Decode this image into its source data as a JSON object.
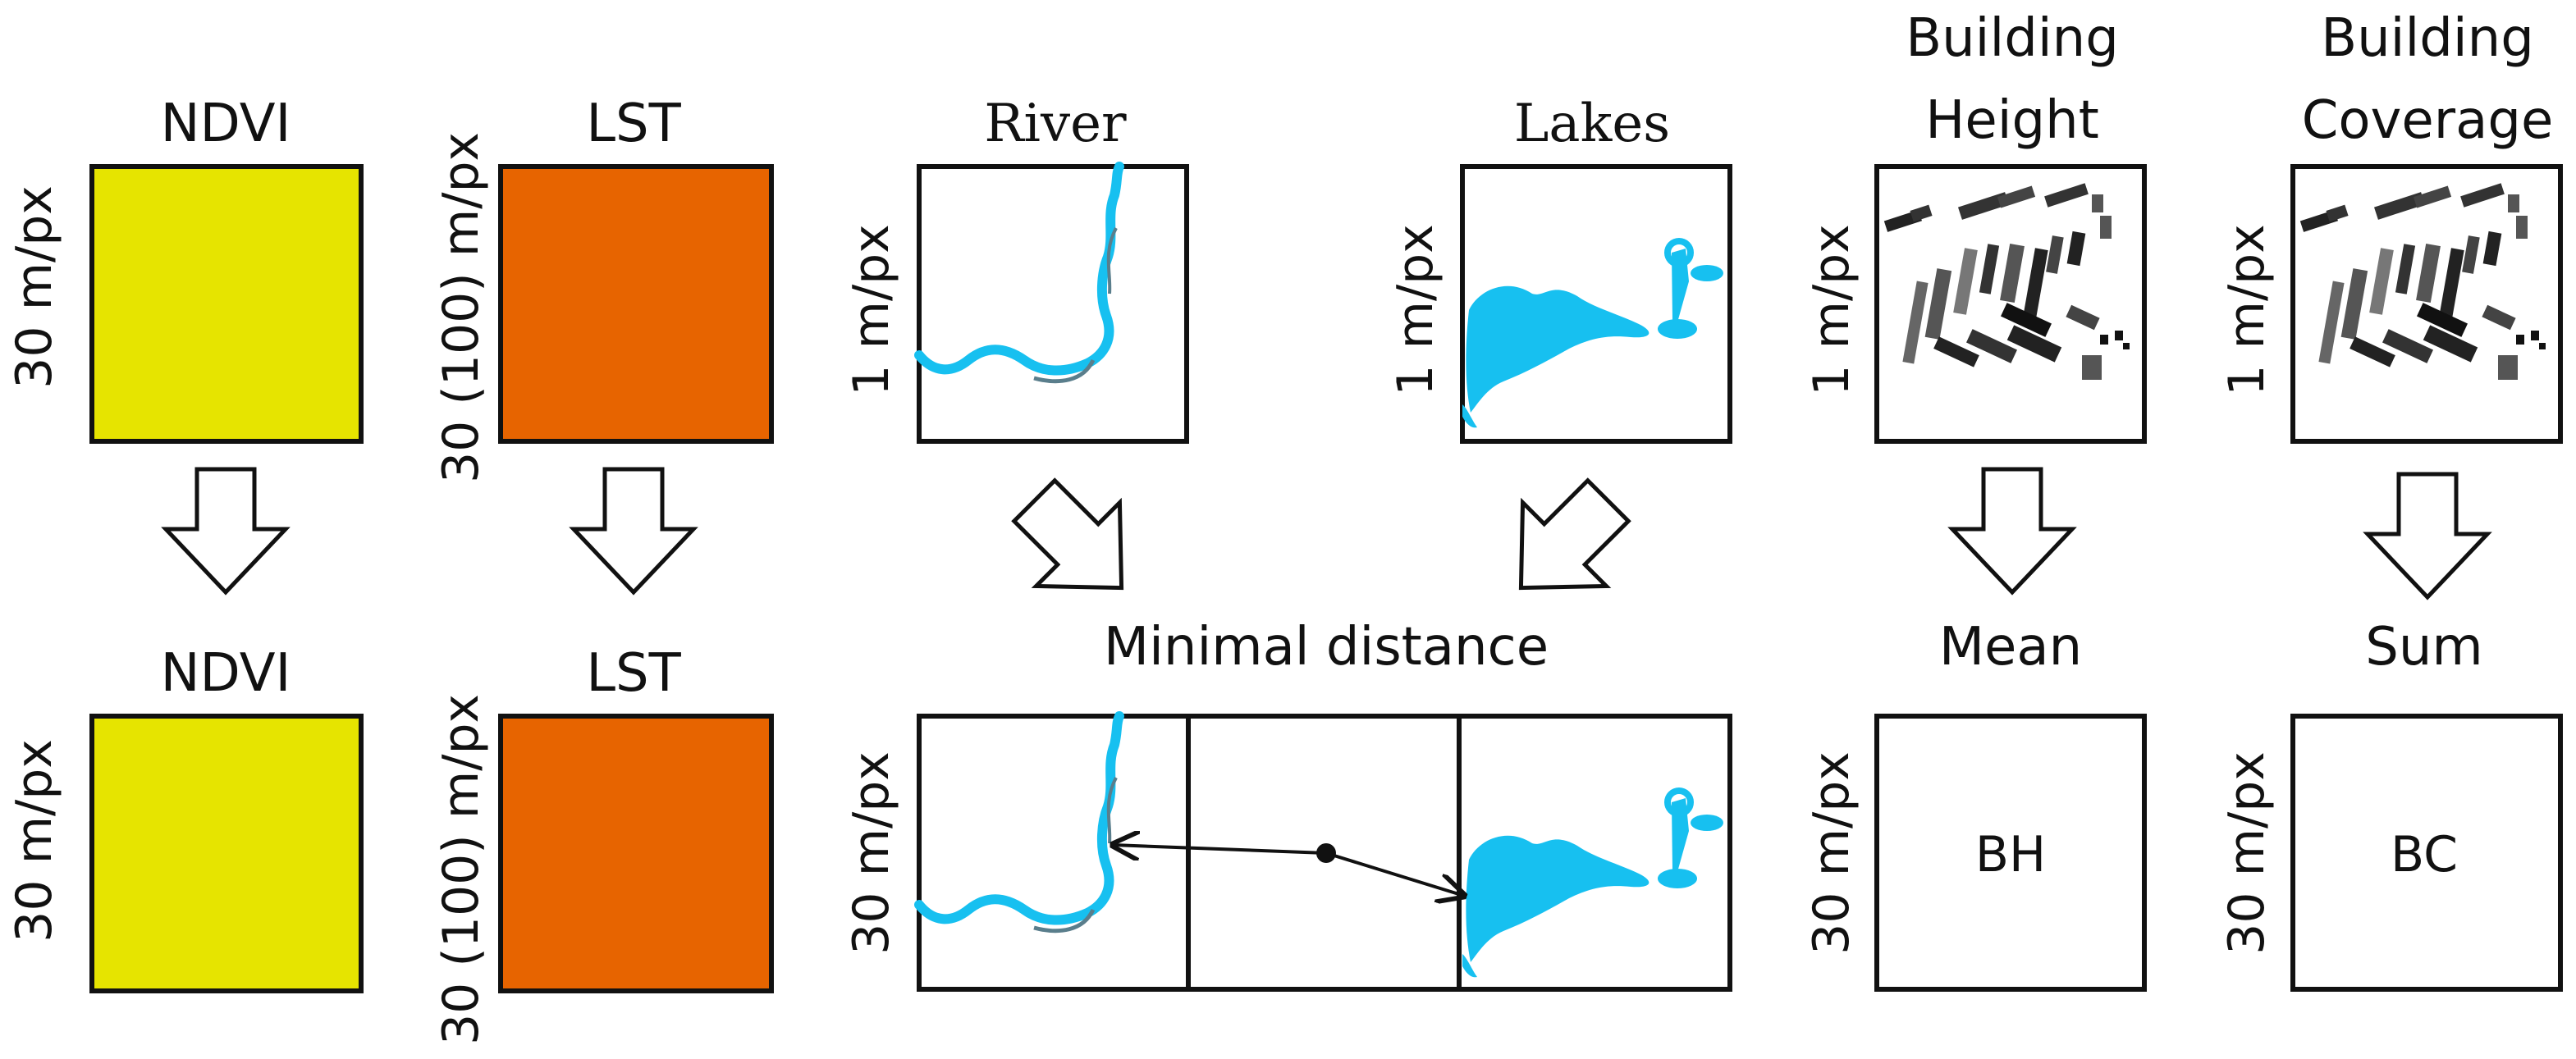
{
  "colors": {
    "ndvi_fill": "#E6E400",
    "lst_fill": "#E76400",
    "water": "#17C0F0",
    "water_dark": "#5A7E8C",
    "outline": "#111111"
  },
  "top": {
    "ndvi": {
      "title": "NDVI",
      "resolution": "30 m/px"
    },
    "lst": {
      "title": "LST",
      "resolution": "30 (100) m/px"
    },
    "river": {
      "title": "River",
      "resolution": "1 m/px"
    },
    "lakes": {
      "title": "Lakes",
      "resolution": "1 m/px"
    },
    "building_height": {
      "title_line1": "Building",
      "title_line2": "Height",
      "resolution": "1 m/px"
    },
    "building_coverage": {
      "title_line1": "Building",
      "title_line2": "Coverage",
      "resolution": "1 m/px"
    }
  },
  "operations": {
    "distance": "Minimal distance",
    "mean": "Mean",
    "sum": "Sum"
  },
  "bottom": {
    "ndvi": {
      "title": "NDVI",
      "resolution": "30 m/px"
    },
    "lst": {
      "title": "LST",
      "resolution": "30 (100) m/px"
    },
    "distance": {
      "resolution": "30 m/px"
    },
    "bh": {
      "label": "BH",
      "resolution": "30 m/px"
    },
    "bc": {
      "label": "BC",
      "resolution": "30 m/px"
    }
  }
}
